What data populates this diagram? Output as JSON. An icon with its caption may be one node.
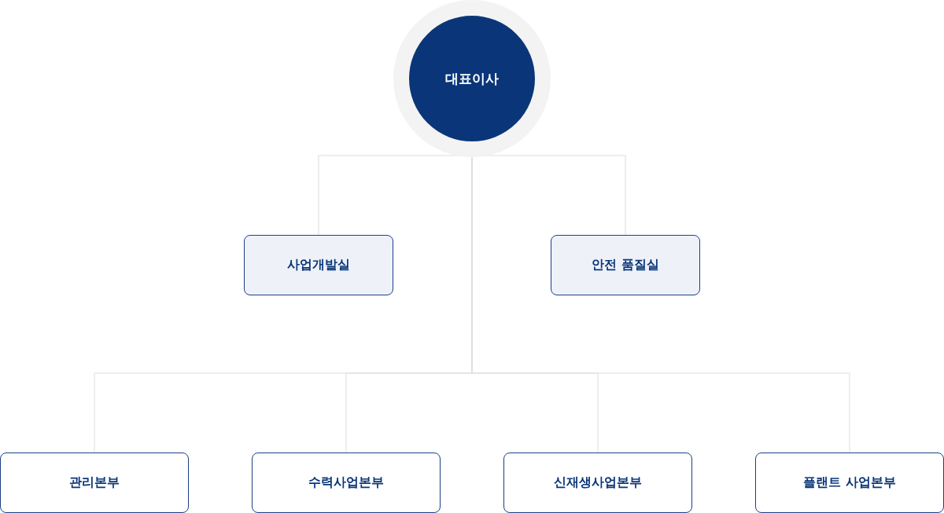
{
  "diagram": {
    "nodes": [
      {
        "text": [
          "대표이사"
        ]
      },
      {
        "text": [
          "사업개발실"
        ]
      },
      {
        "text": [
          "안전 품질실"
        ]
      },
      {
        "text": [
          "관리본부"
        ]
      },
      {
        "text": [
          "수력사업본부"
        ]
      },
      {
        "text": [
          "신재생사업본부"
        ]
      },
      {
        "text": [
          "플랜트 사업본부"
        ]
      }
    ],
    "edges": [
      {
        "from": 0,
        "to": 1,
        "arrow": "none"
      },
      {
        "from": 0,
        "to": 2,
        "arrow": "none"
      },
      {
        "from": 0,
        "to": 3,
        "arrow": "none"
      },
      {
        "from": 0,
        "to": 4,
        "arrow": "none"
      },
      {
        "from": 0,
        "to": 5,
        "arrow": "none"
      },
      {
        "from": 0,
        "to": 6,
        "arrow": "none"
      }
    ]
  }
}
